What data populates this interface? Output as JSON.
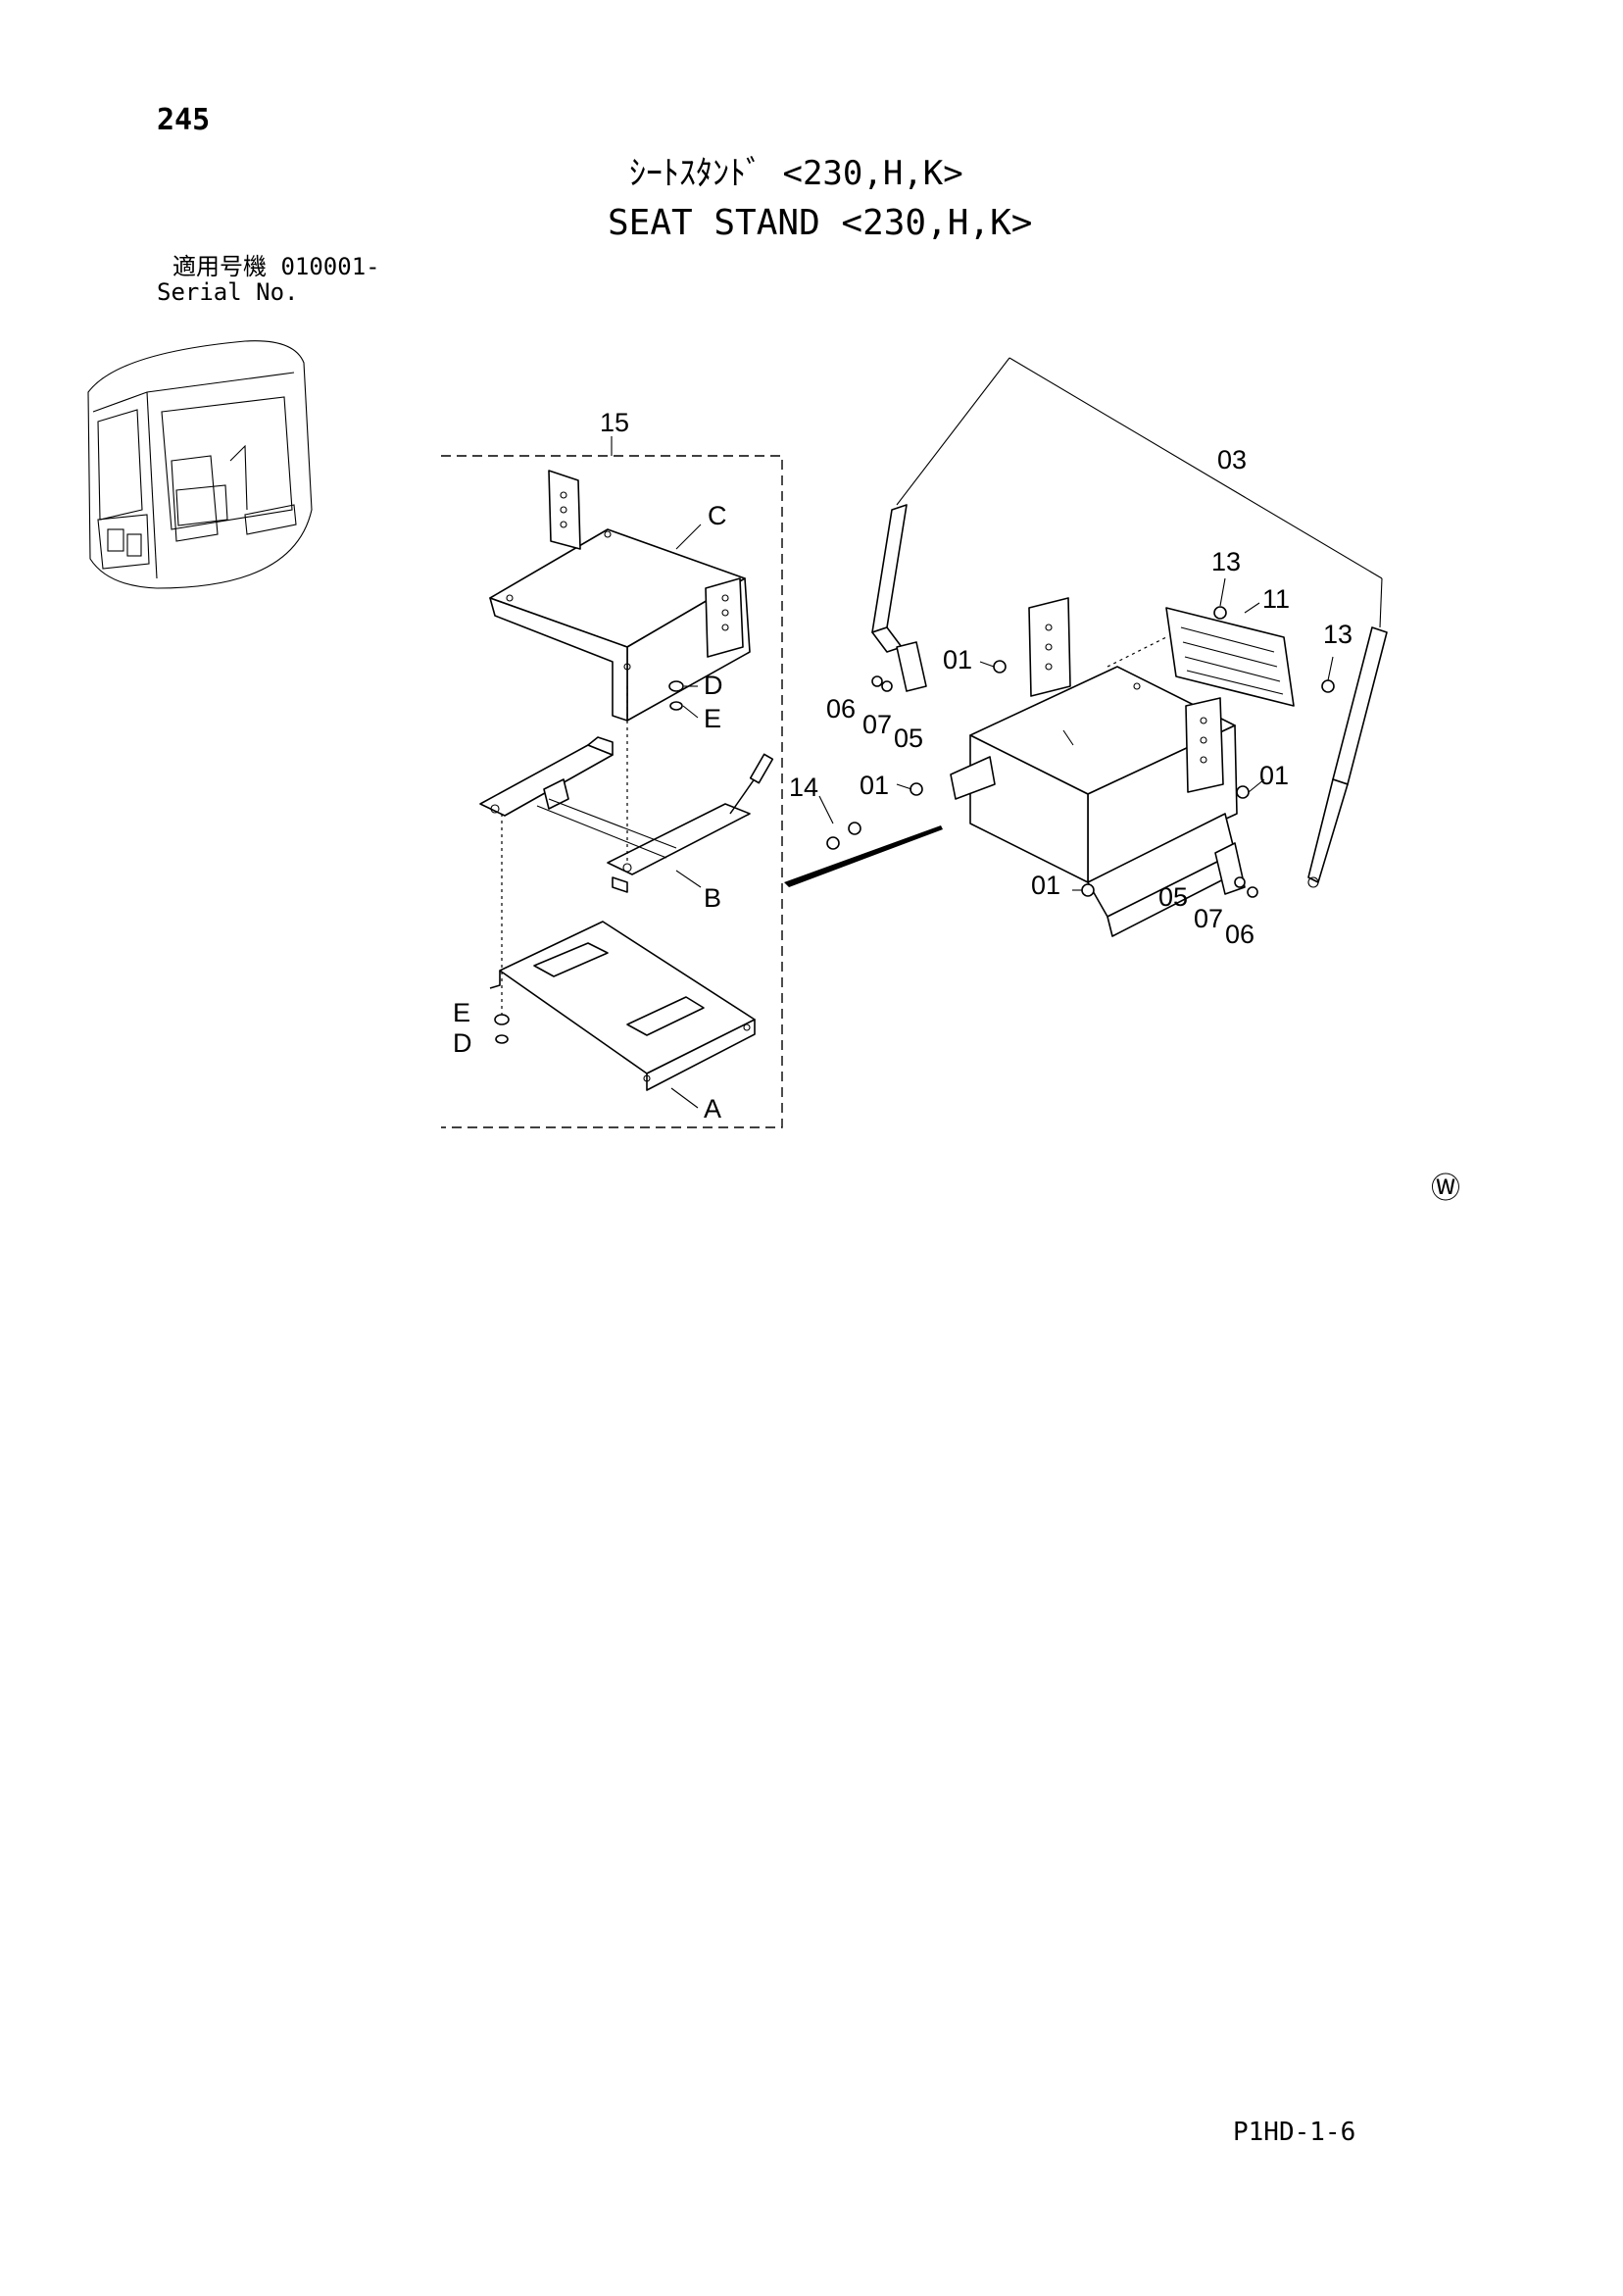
{
  "page": {
    "number": "245",
    "footer_code": "P1HD-1-6"
  },
  "title": {
    "jp": "ｼｰﾄｽﾀﾝﾄﾞ <230,H,K>",
    "en": "SEAT STAND <230,H,K>"
  },
  "serial": {
    "jp_label": "適用号機 010001-",
    "en_label": "Serial No."
  },
  "diagram": {
    "labels": {
      "l15": "15",
      "lC": "C",
      "lD1": "D",
      "lE1": "E",
      "lB": "B",
      "lE2": "E",
      "lD2": "D",
      "lA": "A",
      "l03": "03",
      "l13a": "13",
      "l11": "11",
      "l13b": "13",
      "l01a": "01",
      "l06a": "06",
      "l07a": "07",
      "l05a": "05",
      "l14": "14",
      "l01b": "01",
      "l01c": "01",
      "l01d": "01",
      "l05b": "05",
      "l07b": "07",
      "l06b": "06"
    },
    "watermark_symbol": "Ⓦ"
  }
}
